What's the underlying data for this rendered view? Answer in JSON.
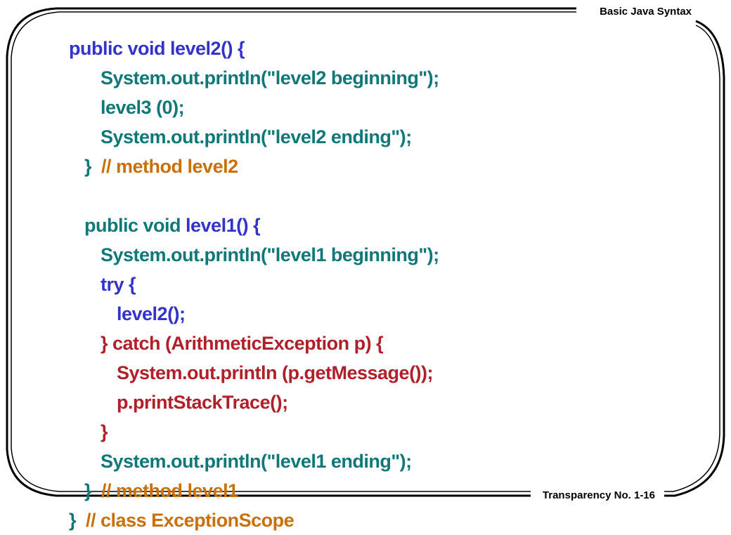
{
  "header": {
    "title": "Basic Java Syntax"
  },
  "footer": {
    "page_label": "Transparency No. 1-16"
  },
  "colors": {
    "keyword": "#3333cc",
    "statement": "#117777",
    "comment": "#c8700a",
    "catch_block": "#b0202a"
  },
  "code": {
    "l1": "public void level2() {",
    "l2": "System.out.println(\"level2 beginning\");",
    "l3": "level3 (0);",
    "l4": "System.out.println(\"level2 ending\");",
    "l5a": "}",
    "l5b": "// method level2",
    "l7": "public void level1() {",
    "l8": "System.out.println(\"level1 beginning\");",
    "l9": "try {",
    "l10": "level2();",
    "l11": "} catch (ArithmeticException p) {",
    "l12": "System.out.println (p.getMessage());",
    "l13": "p.printStackTrace();",
    "l14": "}",
    "l15": "System.out.println(\"level1 ending\");",
    "l16a": "}",
    "l16b": "// method level1",
    "l17a": "}",
    "l17b": "// class ExceptionScope"
  }
}
